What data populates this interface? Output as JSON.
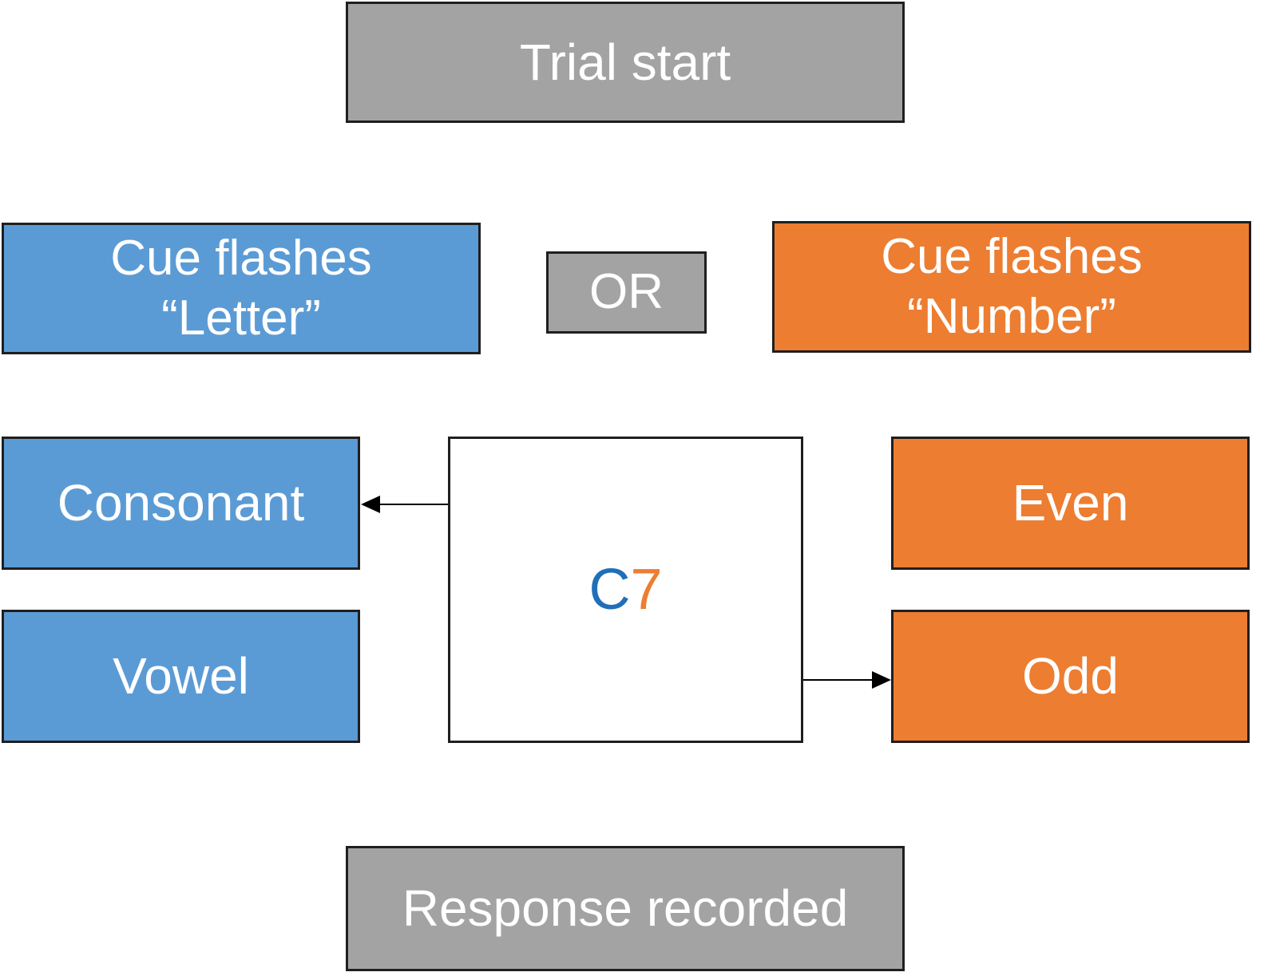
{
  "colors": {
    "gray": "#a3a3a3",
    "letter_blue": "#5b9bd5",
    "number_orange": "#ed7d31",
    "stimulus_letter": "#1f6fb9",
    "stimulus_digit": "#ed7d31"
  },
  "trial_start": "Trial start",
  "cue_letter": {
    "line1": "Cue flashes",
    "line2": "“Letter”"
  },
  "or_label": "OR",
  "cue_number": {
    "line1": "Cue flashes",
    "line2": "“Number”"
  },
  "letter_responses": {
    "consonant": "Consonant",
    "vowel": "Vowel"
  },
  "number_responses": {
    "even": "Even",
    "odd": "Odd"
  },
  "stimulus": {
    "letter": "C",
    "digit": "7"
  },
  "response_recorded": "Response recorded"
}
